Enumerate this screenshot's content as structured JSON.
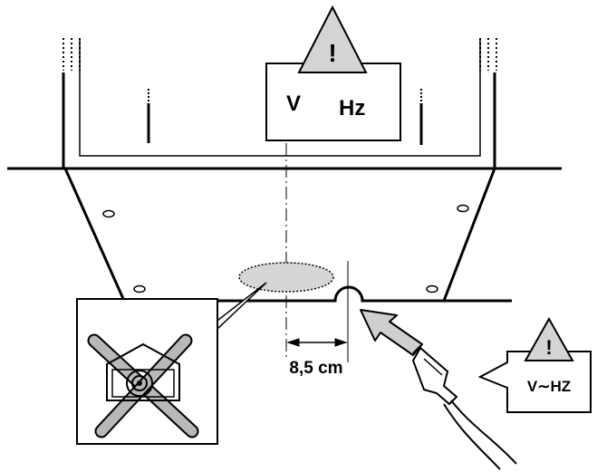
{
  "rating_plate": {
    "voltage": "V",
    "frequency": "Hz"
  },
  "warning_symbol": "!",
  "dimension": {
    "label": "8,5 cm"
  },
  "plug_callout": {
    "label": "V∼HZ"
  },
  "icons": [
    "warning-triangle-icon",
    "no-hob-icon",
    "power-plug-icon",
    "insertion-arrow-icon"
  ]
}
